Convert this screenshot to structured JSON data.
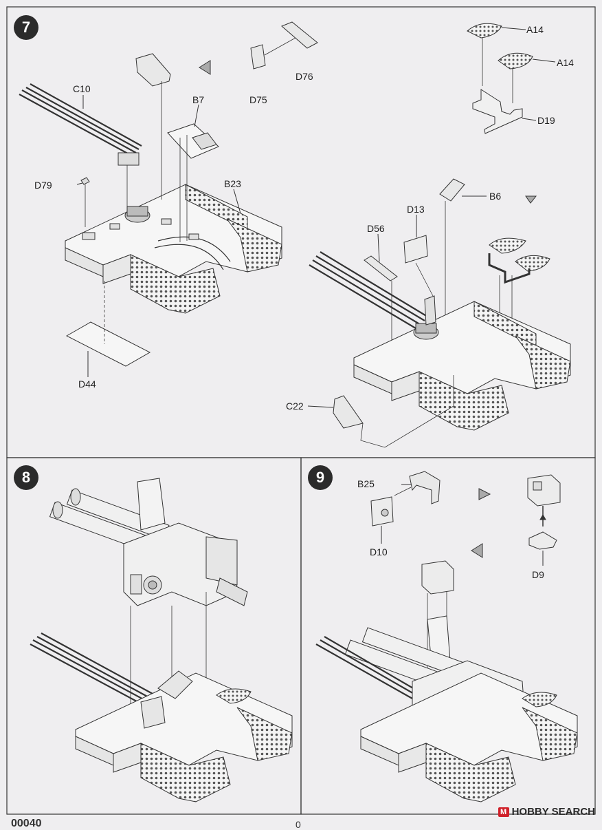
{
  "steps": {
    "step7": {
      "number": "7",
      "parts": {
        "c10": "C10",
        "b7": "B7",
        "d75": "D75",
        "d76": "D76",
        "d79": "D79",
        "b23": "B23",
        "d44": "D44",
        "a14_top": "A14",
        "a14_bottom": "A14",
        "d19": "D19",
        "b6": "B6",
        "d13": "D13",
        "d56": "D56",
        "c22": "C22"
      }
    },
    "step8": {
      "number": "8"
    },
    "step9": {
      "number": "9",
      "parts": {
        "b25": "B25",
        "d10": "D10",
        "d9": "D9"
      }
    }
  },
  "watermark": {
    "icon_text": "M",
    "text": "HOBBY SEARCH"
  },
  "footer": {
    "left_partial": "00040",
    "center_partial": "0"
  }
}
